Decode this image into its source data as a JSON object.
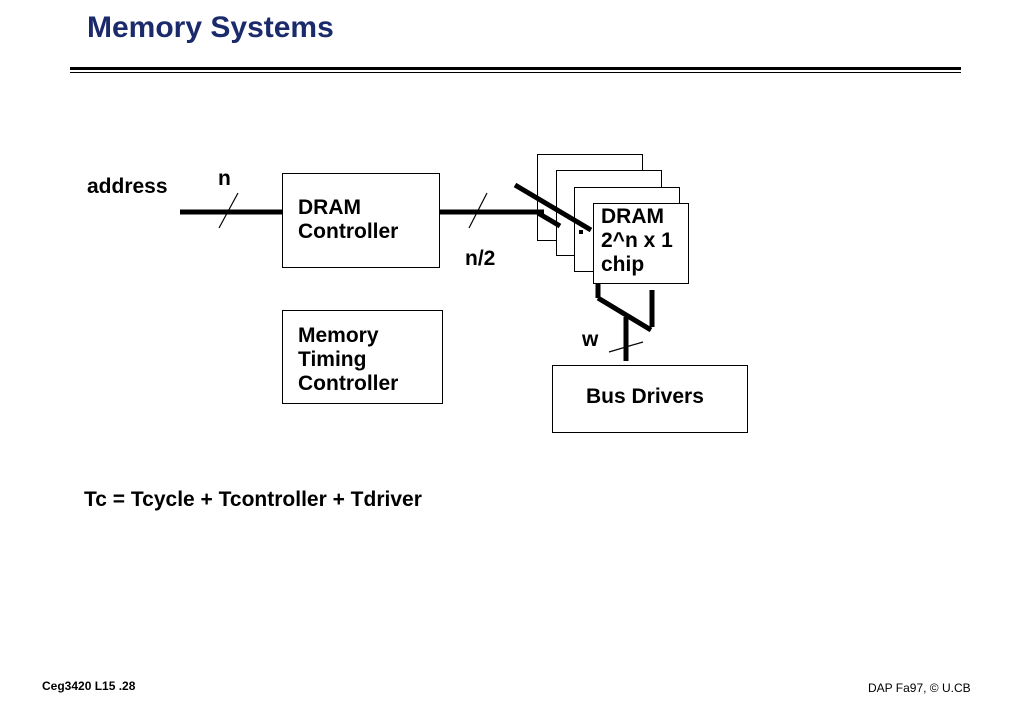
{
  "slide": {
    "title": "Memory Systems",
    "footer_left": "Ceg3420 L15 .28",
    "footer_right": "DAP Fa97, © U.CB",
    "formula": "Tc = Tcycle + Tcontroller + Tdriver"
  },
  "diagram": {
    "labels": {
      "address": "address",
      "n": "n",
      "n_half": "n/2",
      "w": "w"
    },
    "boxes": {
      "dram_controller": "DRAM\nController",
      "memory_timing_controller": "Memory\nTiming\nController",
      "dram_chip": "DRAM\n2^n x 1\nchip",
      "bus_drivers": "Bus Drivers"
    }
  }
}
